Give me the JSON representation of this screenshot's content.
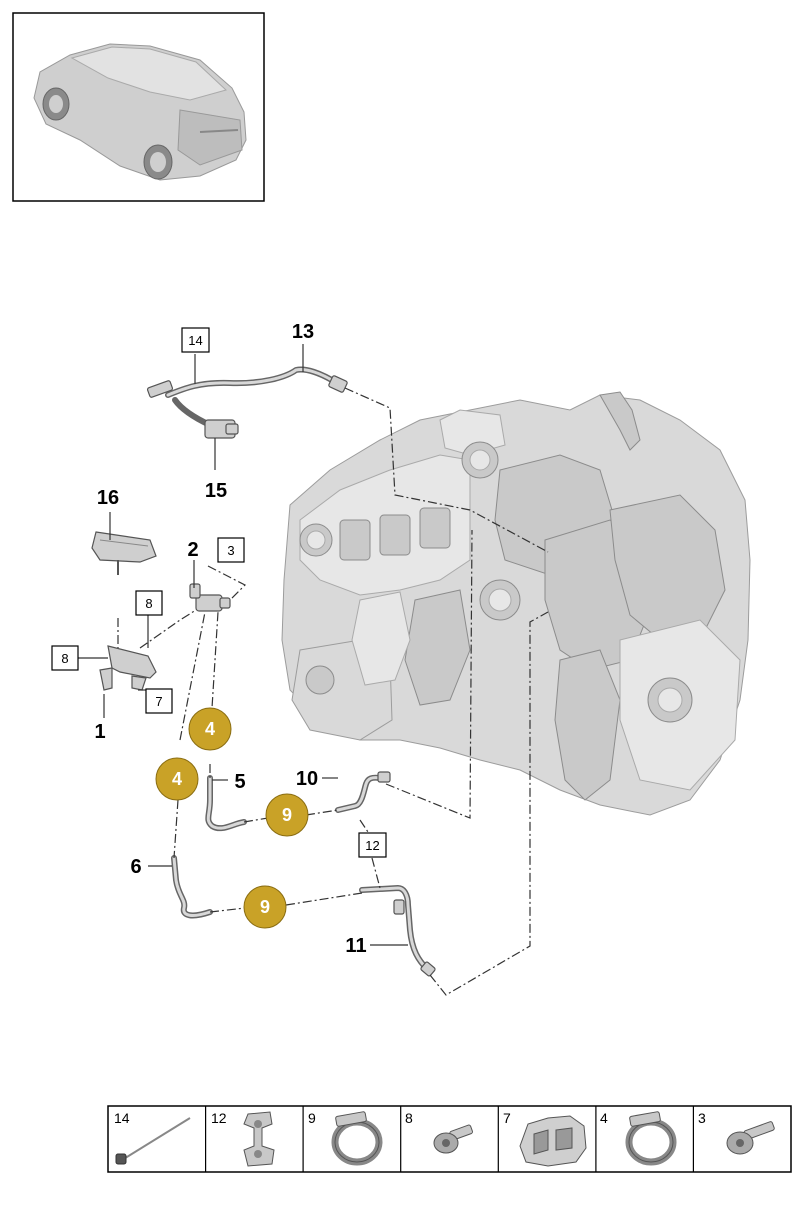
{
  "callouts": {
    "c1": "1",
    "c2": "2",
    "c5": "5",
    "c6": "6",
    "c10": "10",
    "c11": "11",
    "c13": "13",
    "c15": "15",
    "c16": "16"
  },
  "boxed_refs": {
    "b14": "14",
    "b3": "3",
    "b8a": "8",
    "b8b": "8",
    "b7": "7",
    "b12": "12"
  },
  "badges": {
    "g4a": "4",
    "g4b": "4",
    "g9a": "9",
    "g9b": "9"
  },
  "badge_color": "#c9a227",
  "legend": {
    "cells": [
      {
        "num": "14",
        "icon": "cable-tie-pin-icon"
      },
      {
        "num": "12",
        "icon": "double-clip-icon"
      },
      {
        "num": "9",
        "icon": "hose-clamp-icon"
      },
      {
        "num": "8",
        "icon": "bolt-icon"
      },
      {
        "num": "7",
        "icon": "multi-clip-icon"
      },
      {
        "num": "4",
        "icon": "hose-clamp-icon"
      },
      {
        "num": "3",
        "icon": "screw-icon"
      }
    ]
  }
}
